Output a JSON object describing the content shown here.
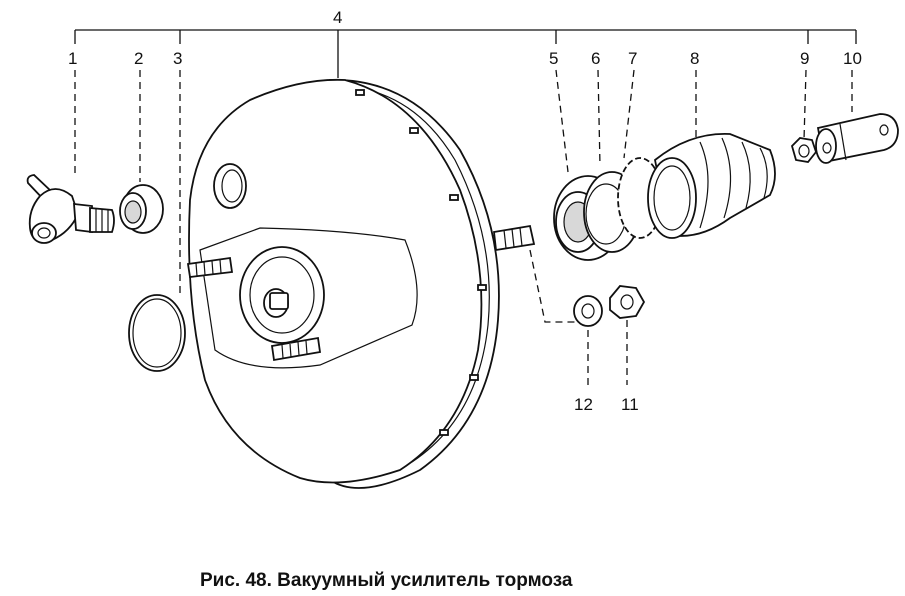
{
  "caption": "Рис. 48. Вакуумный усилитель тормоза",
  "labels": {
    "p1": "1",
    "p2": "2",
    "p3": "3",
    "p4": "4",
    "p5": "5",
    "p6": "6",
    "p7": "7",
    "p8": "8",
    "p9": "9",
    "p10": "10",
    "p11": "11",
    "p12": "12"
  }
}
